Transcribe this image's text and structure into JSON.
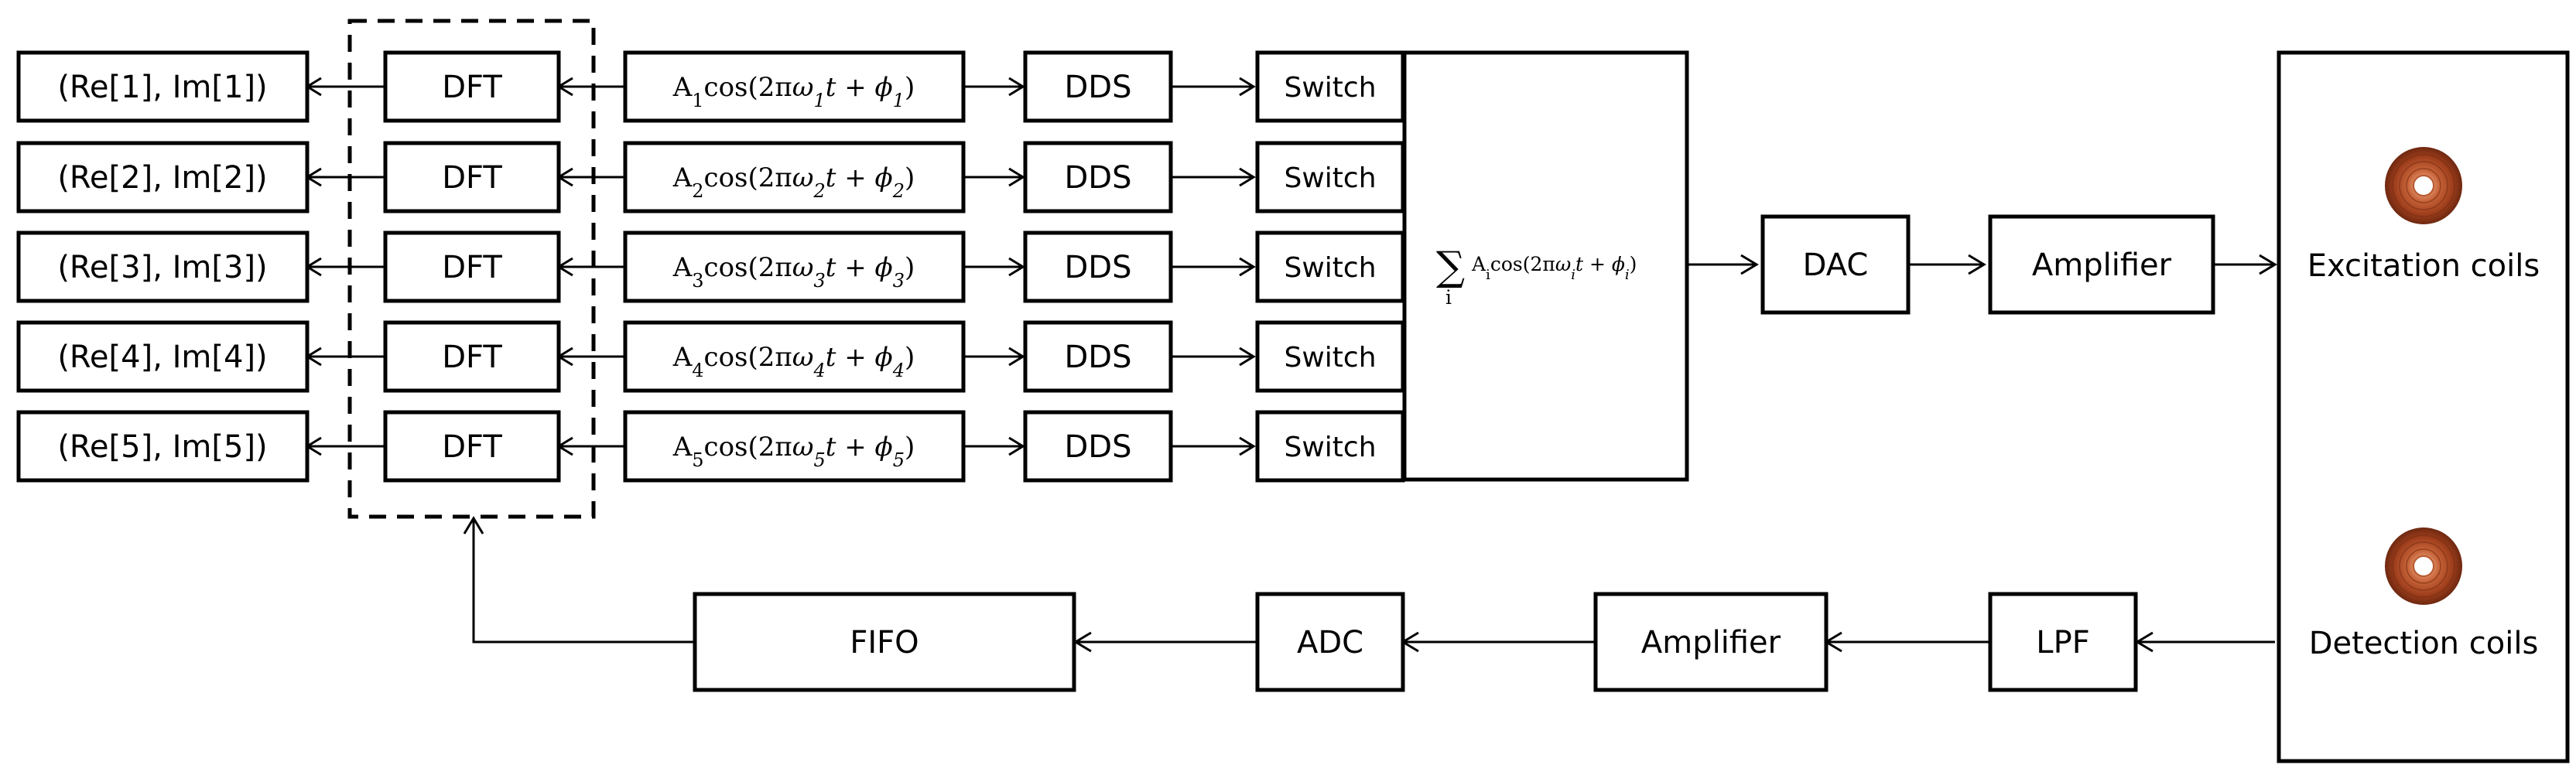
{
  "outputs": [
    "(Re[1], Im[1])",
    "(Re[2], Im[2])",
    "(Re[3], Im[3])",
    "(Re[4], Im[4])",
    "(Re[5], Im[5])"
  ],
  "dft_label": "DFT",
  "signals": [
    {
      "amp": "A",
      "idx": "1",
      "cos": "cos(2π",
      "omega": "ω",
      "t": "t",
      "plus": " + ",
      "phi": "ϕ",
      "close": ")"
    },
    {
      "amp": "A",
      "idx": "2",
      "cos": "cos(2π",
      "omega": "ω",
      "t": "t",
      "plus": " + ",
      "phi": "ϕ",
      "close": ")"
    },
    {
      "amp": "A",
      "idx": "3",
      "cos": "cos(2π",
      "omega": "ω",
      "t": "t",
      "plus": " + ",
      "phi": "ϕ",
      "close": ")"
    },
    {
      "amp": "A",
      "idx": "4",
      "cos": "cos(2π",
      "omega": "ω",
      "t": "t",
      "plus": " + ",
      "phi": "ϕ",
      "close": ")"
    },
    {
      "amp": "A",
      "idx": "5",
      "cos": "cos(2π",
      "omega": "ω",
      "t": "t",
      "plus": " + ",
      "phi": "ϕ",
      "close": ")"
    }
  ],
  "dds_label": "DDS",
  "switch_label": "Switch",
  "sum": {
    "sigma": "∑",
    "sub": "i",
    "amp": "A",
    "idx": "i",
    "cos": "cos(2π",
    "omega": "ω",
    "t": "t",
    "plus": " + ",
    "phi": "ϕ",
    "close": ")"
  },
  "dac_label": "DAC",
  "amp_top_label": "Amplifier",
  "excitation_label": "Excitation coils",
  "detection_label": "Detection coils",
  "lpf_label": "LPF",
  "amp_bottom_label": "Amplifier",
  "adc_label": "ADC",
  "fifo_label": "FIFO"
}
